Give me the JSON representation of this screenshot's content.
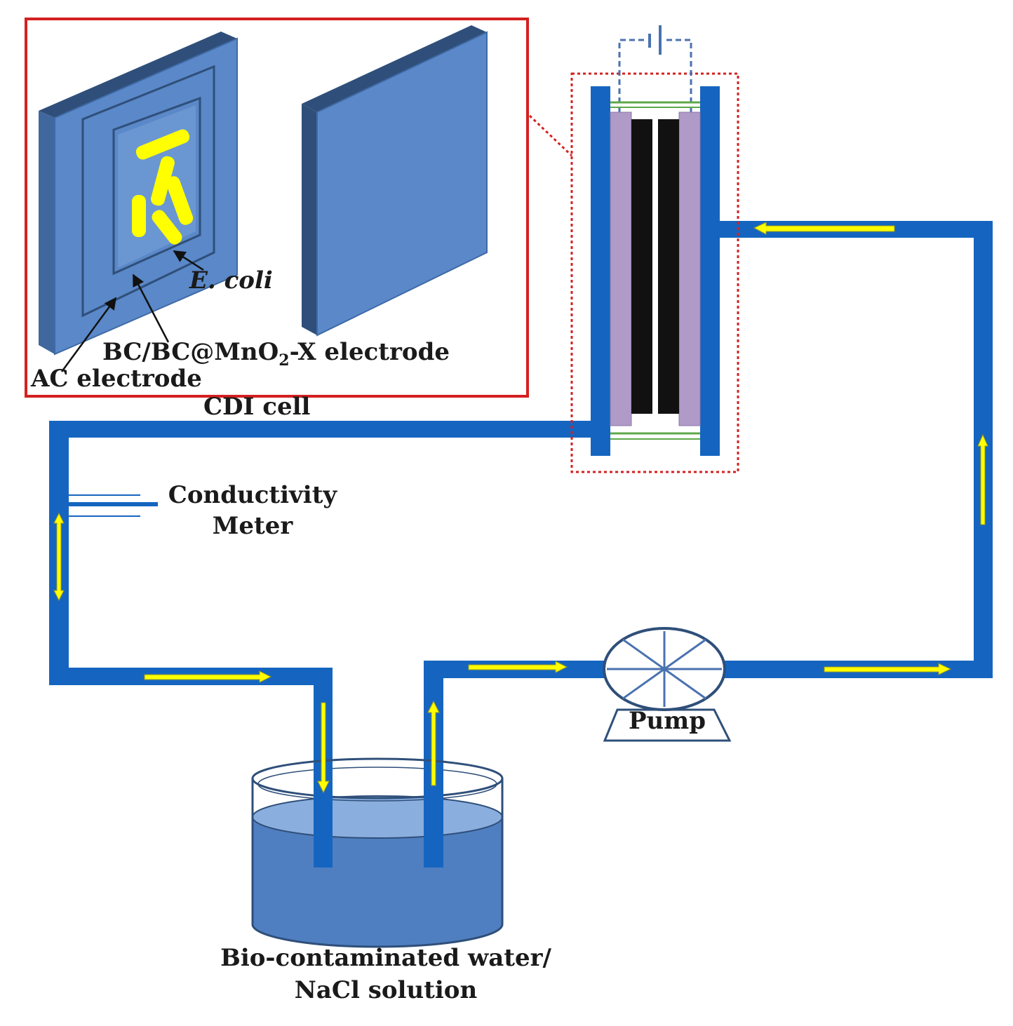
{
  "labels": {
    "ecoli": "E. coli",
    "bc_electrode_pre": "BC/BC@MnO",
    "bc_electrode_sub": "2",
    "bc_electrode_post": "-X electrode",
    "ac_electrode": "AC electrode",
    "cdi_cell": "CDI cell",
    "conductivity": "Conductivity",
    "meter": "Meter",
    "pump": "Pump",
    "reservoir_line1": "Bio-contaminated water/",
    "reservoir_line2": "NaCl solution"
  },
  "colors": {
    "pipe": "#1565c0",
    "flow_arrow": "#ffff00",
    "electrode_face": "#5a88c8",
    "electrode_side": "#2f4f7a",
    "inset_border": "#d42020",
    "membrane": "#b09ac8",
    "carbon": "#111111",
    "water": "#4f7fc0"
  }
}
